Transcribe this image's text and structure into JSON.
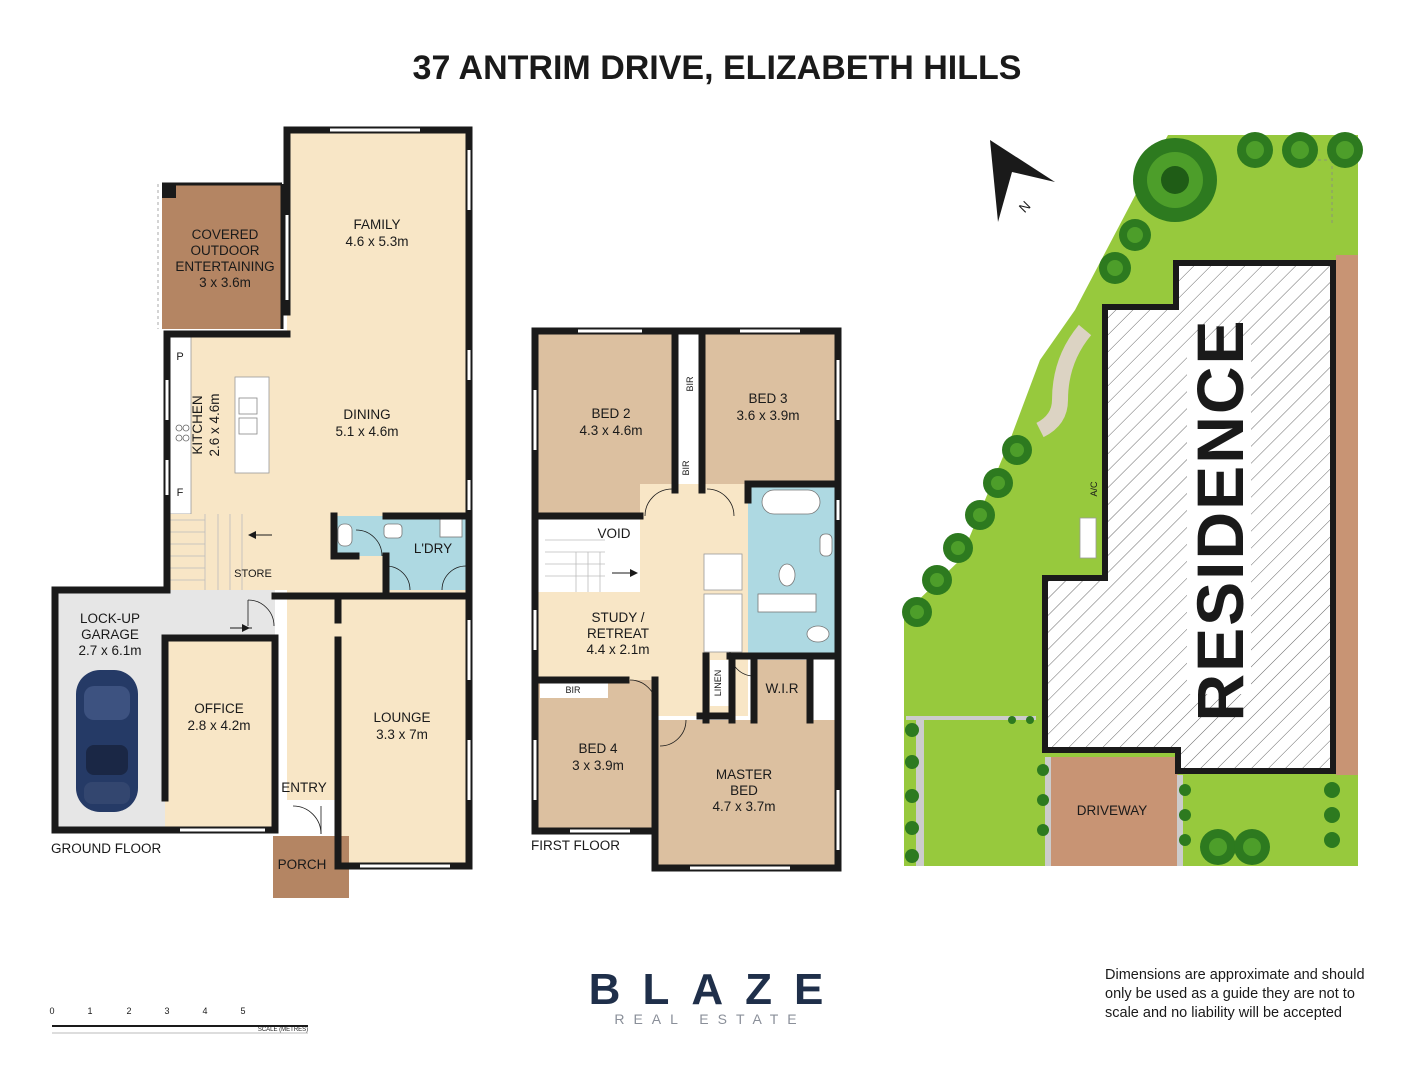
{
  "title": "37 ANTRIM DRIVE, ELIZABETH HILLS",
  "ground_floor": {
    "label": "GROUND FLOOR",
    "covered_outdoor": [
      "COVERED",
      "OUTDOOR",
      "ENTERTAINING",
      "3 x 3.6m"
    ],
    "family": [
      "FAMILY",
      "4.6 x 5.3m"
    ],
    "dining": [
      "DINING",
      "5.1 x 4.6m"
    ],
    "kitchen": [
      "KITCHEN",
      "2.6 x 4.6m"
    ],
    "pantry": "P",
    "fridge": "F",
    "laundry": "L'DRY",
    "store": "STORE",
    "garage": [
      "LOCK-UP",
      "GARAGE",
      "2.7 x 6.1m"
    ],
    "office": [
      "OFFICE",
      "2.8 x 4.2m"
    ],
    "lounge": [
      "LOUNGE",
      "3.3 x 7m"
    ],
    "entry": "ENTRY",
    "porch": "PORCH"
  },
  "first_floor": {
    "label": "FIRST FLOOR",
    "bed2": [
      "BED 2",
      "4.3 x 4.6m"
    ],
    "bed3": [
      "BED 3",
      "3.6 x 3.9m"
    ],
    "bir": "BIR",
    "void": "VOID",
    "study": [
      "STUDY /",
      "RETREAT",
      "4.4 x 2.1m"
    ],
    "linen": "LINEN",
    "wir": "W.I.R",
    "bed4": [
      "BED 4",
      "3 x 3.9m"
    ],
    "master": [
      "MASTER",
      "BED",
      "4.7 x 3.7m"
    ]
  },
  "site": {
    "residence": "RESIDENCE",
    "ac": "A/C",
    "driveway": "DRIVEWAY",
    "north": "N"
  },
  "scale": {
    "numbers": [
      "0",
      "1",
      "2",
      "3",
      "4",
      "5"
    ],
    "label": "SCALE (METRES)"
  },
  "brand": {
    "name": "BLAZE",
    "sub": "REAL ESTATE"
  },
  "disclaimer": "Dimensions are approximate and should only be used as a guide they are not to scale and no liability will be accepted",
  "colors": {
    "cream": "#f8e6c6",
    "tan": "#dcc0a0",
    "terracotta": "#b48563",
    "bathroom": "#aed9e2",
    "garage": "#e6e6e6",
    "lawn": "#97c93d",
    "wall": "#1a1a1a",
    "brand": "#1f2f4a"
  }
}
